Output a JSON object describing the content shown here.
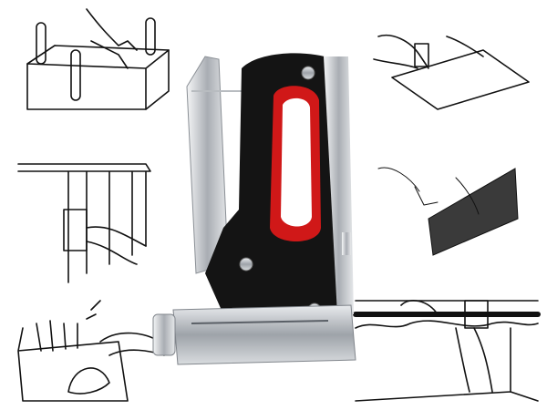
{
  "image": {
    "subject": "staple-gun",
    "colors": {
      "body": "#141414",
      "grip": "#d01818",
      "metal": "#c9ccd0",
      "background": "#ffffff"
    },
    "illustrations": [
      "stool-upholstery",
      "paper-stapling",
      "wall-panel",
      "screen-mesh",
      "brush-box",
      "floor-carpet"
    ]
  }
}
